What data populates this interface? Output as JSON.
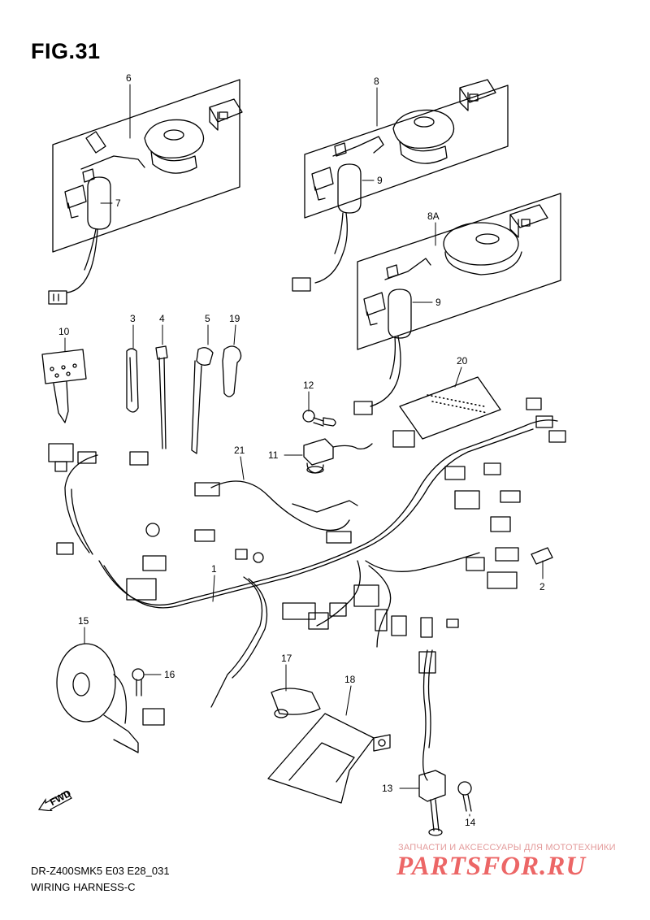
{
  "figure": {
    "title": "FIG.31",
    "model_code": "DR-Z400SMK5 E03 E28_031",
    "name": "WIRING HARNESS-C",
    "fwd_label": "FWD"
  },
  "callouts": [
    "6",
    "7",
    "8",
    "9",
    "8A",
    "9",
    "10",
    "3",
    "4",
    "5",
    "19",
    "12",
    "20",
    "11",
    "21",
    "1",
    "2",
    "15",
    "16",
    "17",
    "18",
    "13",
    "14"
  ],
  "watermark": {
    "top_text": "ЗАПЧАСТИ И АКСЕССУАРЫ ДЛЯ МОТОТЕХНИКИ",
    "logo": "PARTSFOR.RU"
  }
}
